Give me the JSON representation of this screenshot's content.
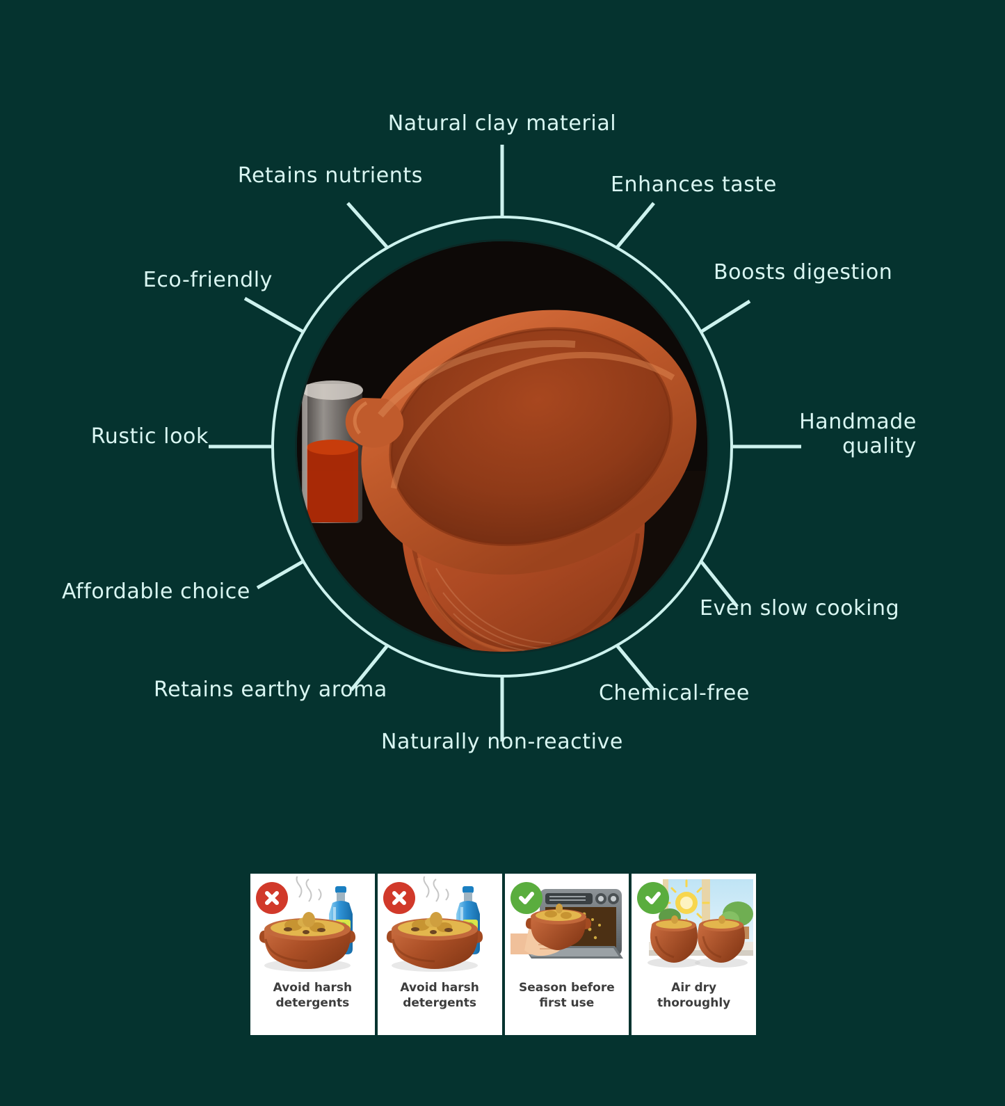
{
  "theme": {
    "background": "#05332f",
    "accent_line": "#cdf2ee",
    "label_text": "#d9f6f2",
    "card_background": "#ffffff",
    "card_text": "#3d3d3d",
    "badge_no": "#d1392a",
    "badge_yes": "#5aad3e",
    "clay": "#b5562a"
  },
  "center_image": {
    "alt": "Handmade terracotta clay cooking pot",
    "icon": "clay-pot-photo"
  },
  "benefits": [
    {
      "label": "Natural clay material",
      "position": "top"
    },
    {
      "label": "Enhances taste",
      "position": "top-right"
    },
    {
      "label": "Boosts digestion",
      "position": "upper-right"
    },
    {
      "label": "Handmade quality",
      "position": "right",
      "lines": [
        "Handmade",
        "quality"
      ]
    },
    {
      "label": "Even slow cooking",
      "position": "lower-right"
    },
    {
      "label": "Chemical-free",
      "position": "bottom-right"
    },
    {
      "label": "Naturally non-reactive",
      "position": "bottom"
    },
    {
      "label": "Retains earthy aroma",
      "position": "bottom-left"
    },
    {
      "label": "Affordable choice",
      "position": "lower-left"
    },
    {
      "label": "Rustic look",
      "position": "left"
    },
    {
      "label": "Eco-friendly",
      "position": "upper-left"
    },
    {
      "label": "Retains nutrients",
      "position": "top-left"
    }
  ],
  "care_cards": [
    {
      "badge": "cross-icon",
      "badge_type": "no",
      "caption_lines": [
        "Avoid harsh",
        "detergents"
      ],
      "caption": "Avoid harsh detergents",
      "art": "pot-with-detergent-bottle"
    },
    {
      "badge": "cross-icon",
      "badge_type": "no",
      "caption_lines": [
        "Avoid harsh",
        "detergents"
      ],
      "caption": "Avoid harsh detergents",
      "art": "pot-with-detergent-bottle"
    },
    {
      "badge": "check-icon",
      "badge_type": "yes",
      "caption_lines": [
        "Season before",
        "first use"
      ],
      "caption": "Season before first use",
      "art": "hand-placing-pot-in-oven"
    },
    {
      "badge": "check-icon",
      "badge_type": "yes",
      "caption_lines": [
        "Air dry",
        "thoroughly"
      ],
      "caption": "Air dry thoroughly",
      "art": "two-pots-drying-by-window"
    }
  ]
}
